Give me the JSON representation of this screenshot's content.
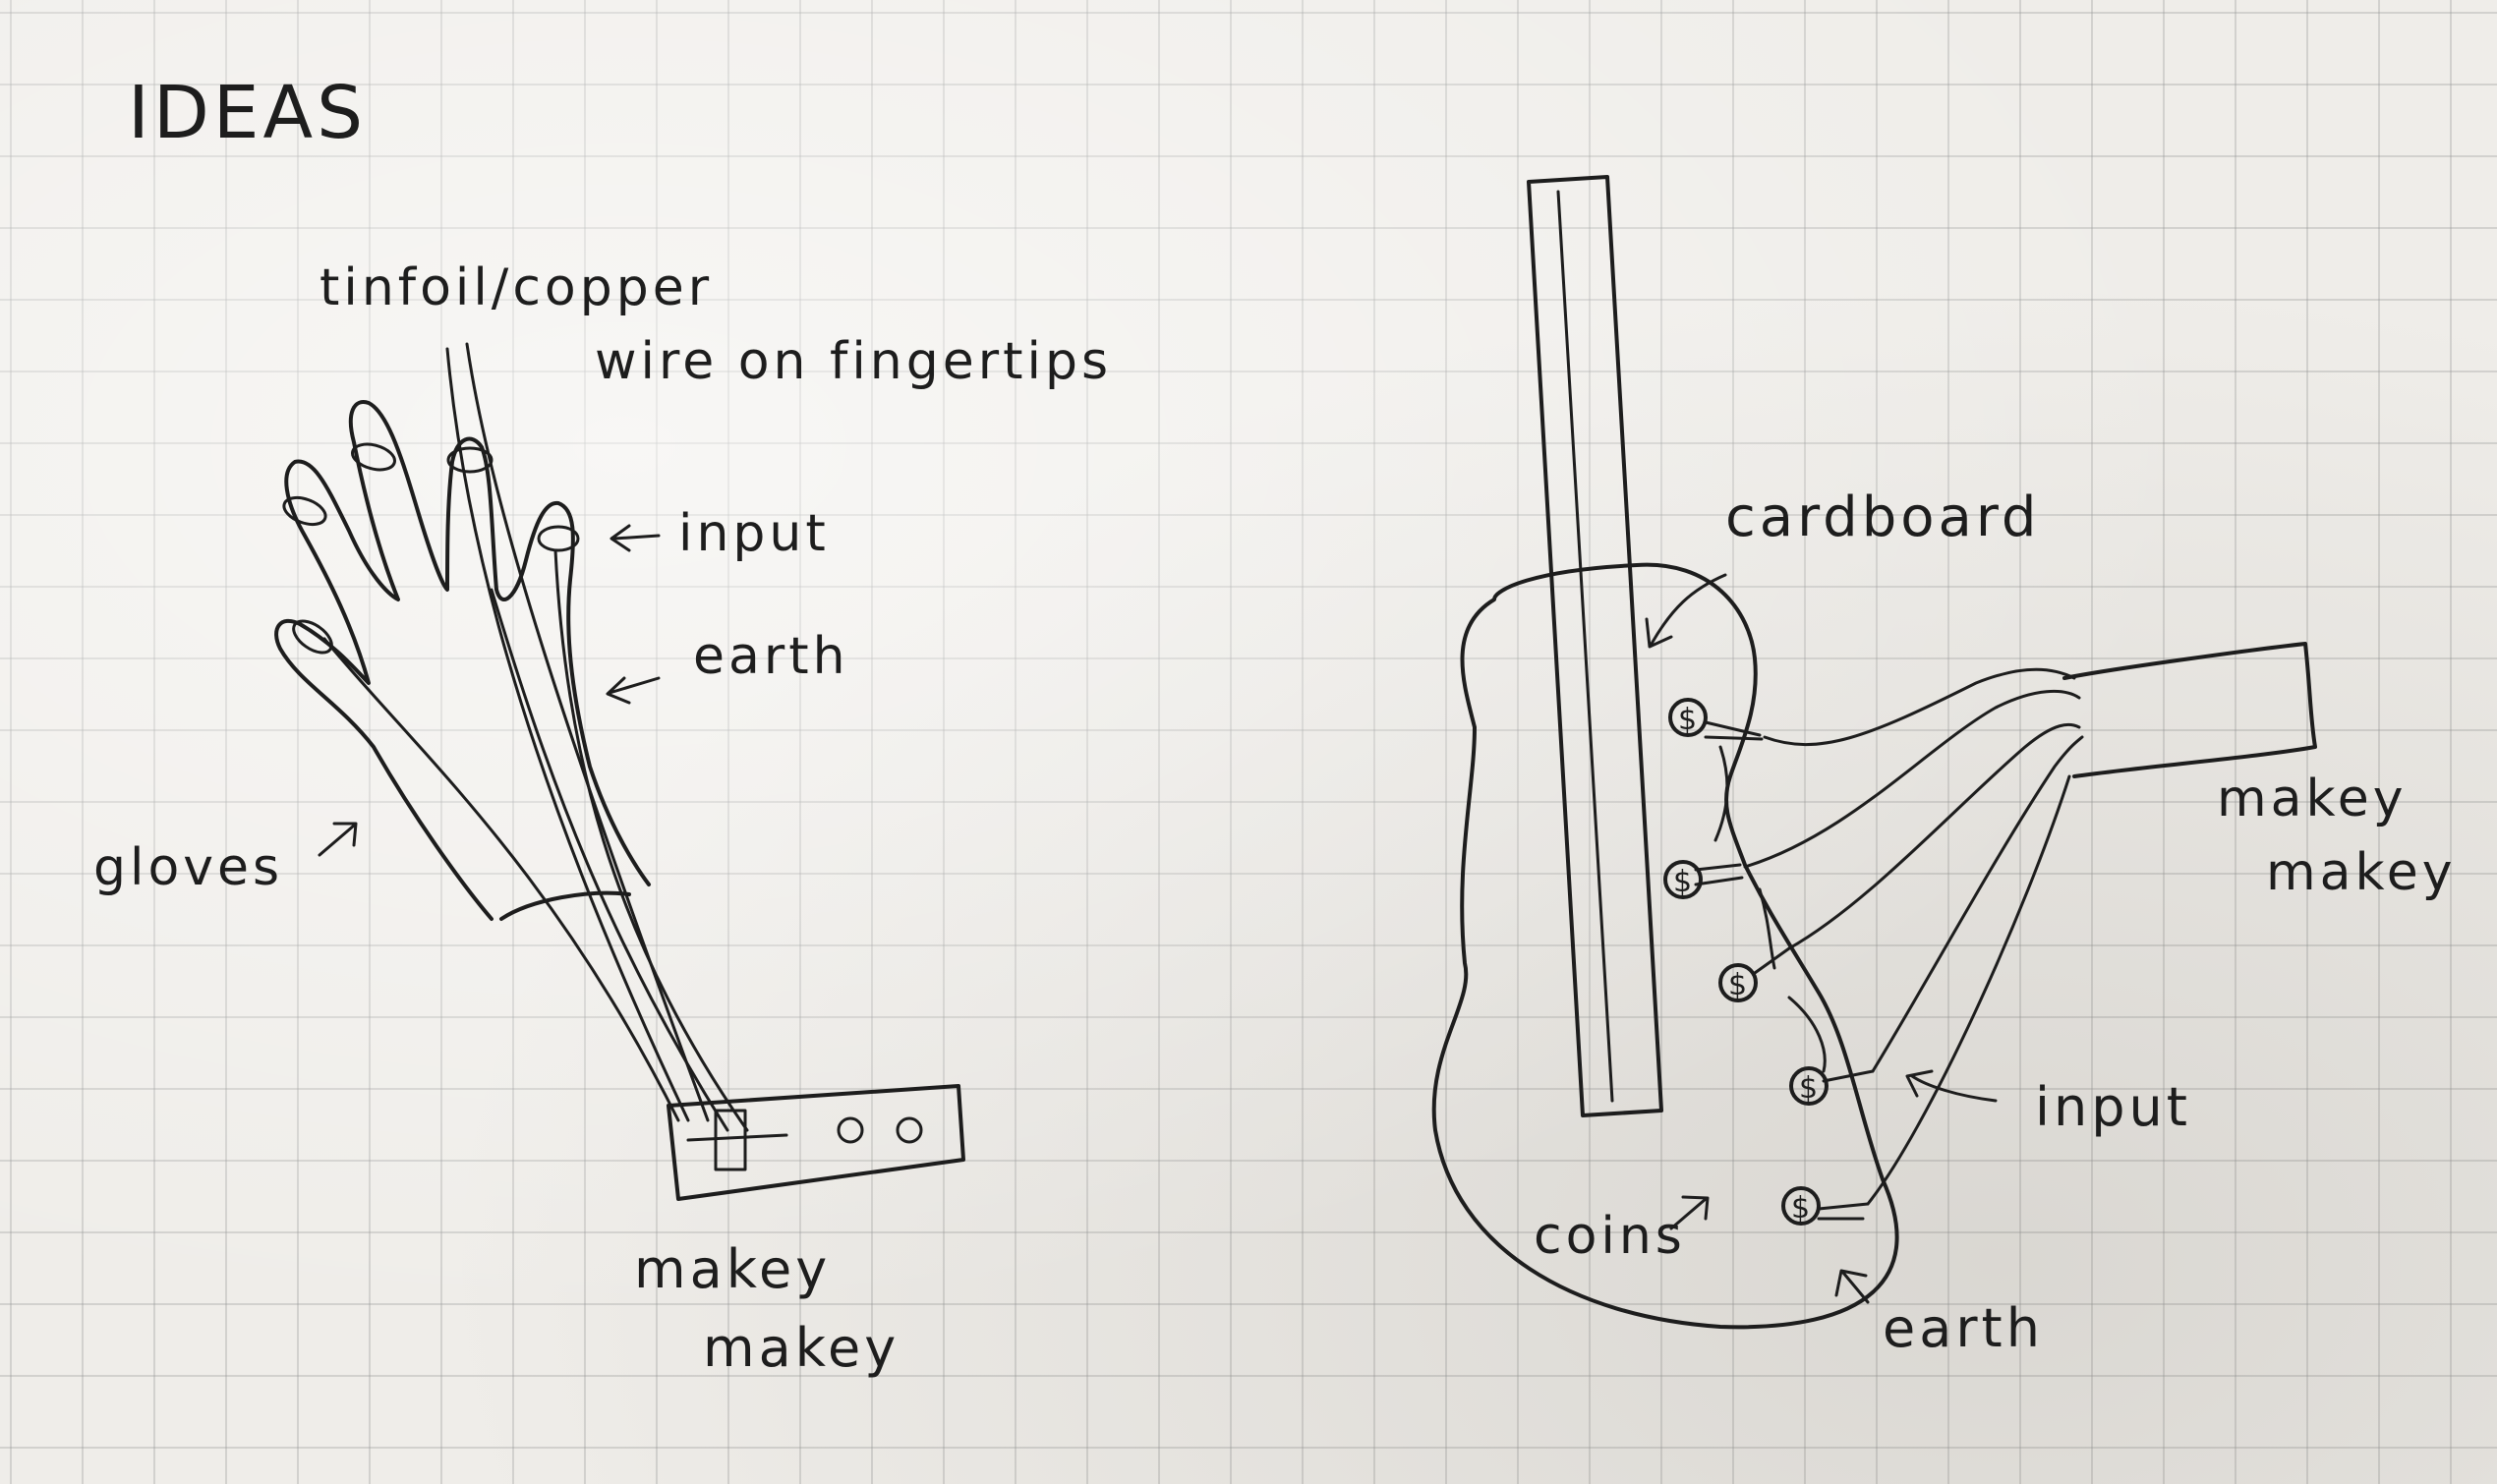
{
  "title": "IDEAS",
  "glove_sketch": {
    "label_tinfoil_line1": "tinfoil/copper",
    "label_tinfoil_line2": "wire on fingertips",
    "label_input": "input",
    "label_earth": "earth",
    "label_gloves": "gloves",
    "label_makey_line1": "makey",
    "label_makey_line2": "makey"
  },
  "guitar_sketch": {
    "label_cardboard": "cardboard",
    "label_makey_line1": "makey",
    "label_makey_line2": "makey",
    "label_input": "input",
    "label_coins": "coins",
    "label_earth": "earth",
    "coin_symbol": "$"
  },
  "colors": {
    "ink": "#1d1d1d",
    "paper": "#efede9",
    "grid": "#969696"
  }
}
